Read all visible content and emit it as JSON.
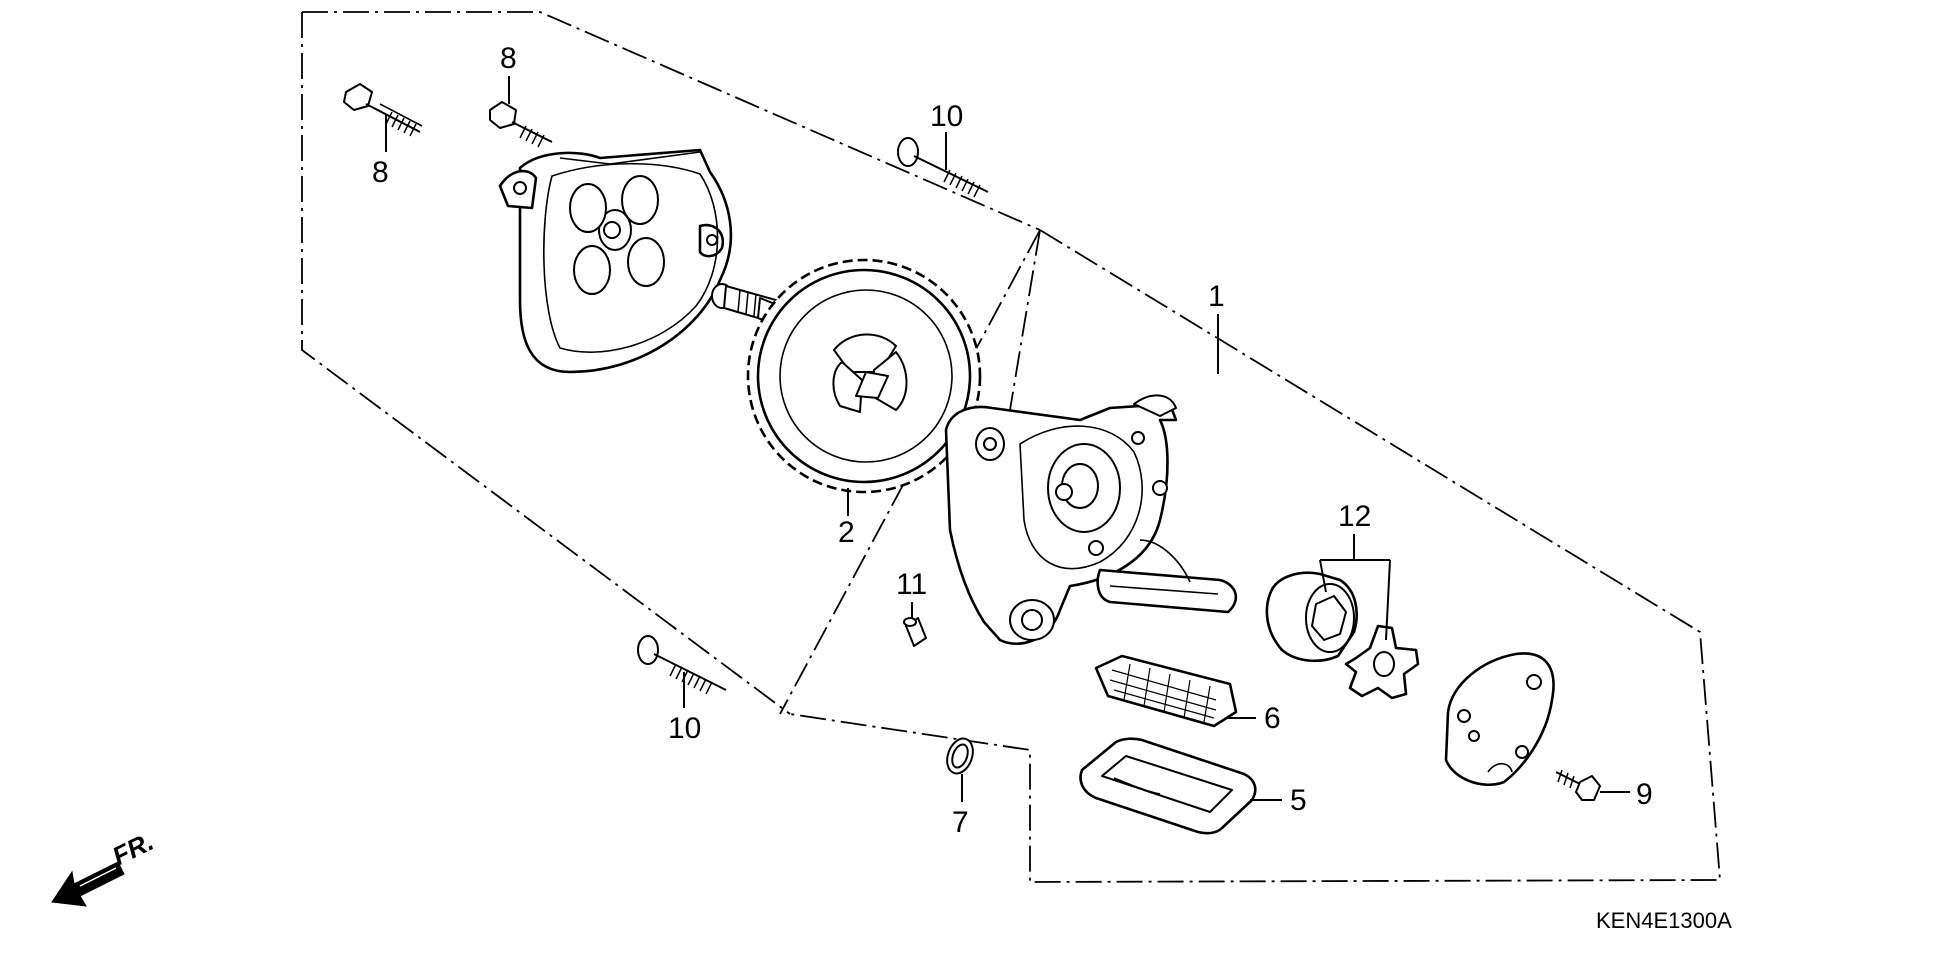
{
  "diagram": {
    "code": "KEN4E1300A",
    "front_label": "FR.",
    "callouts": {
      "c1": "1",
      "c2": "2",
      "c5": "5",
      "c6": "6",
      "c7": "7",
      "c8a": "8",
      "c8b": "8",
      "c9": "9",
      "c10a": "10",
      "c10b": "10",
      "c11": "11",
      "c12": "12"
    }
  }
}
